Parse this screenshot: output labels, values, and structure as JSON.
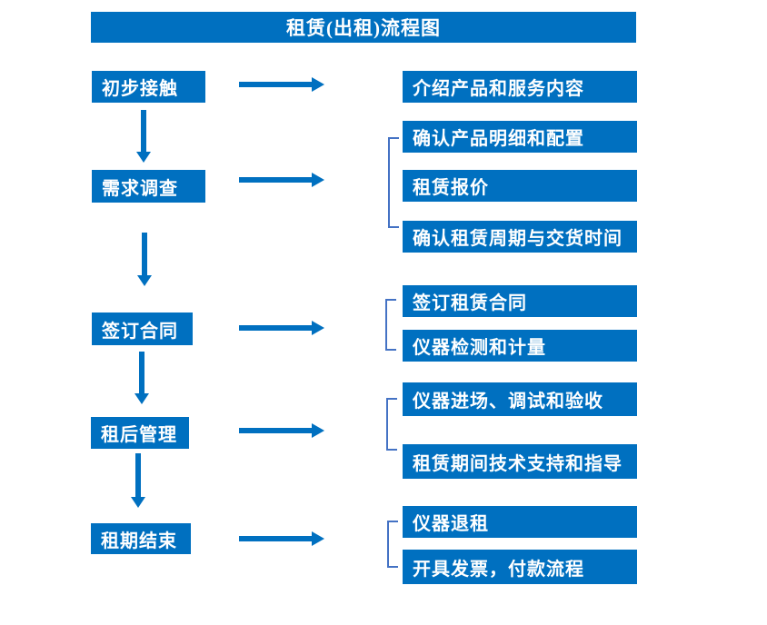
{
  "title": "租赁(出租)流程图",
  "colors": {
    "primary_blue": "#0070c0",
    "bracket_blue": "#4472c4",
    "text_white": "#ffffff",
    "background": "#ffffff"
  },
  "flow": {
    "steps": [
      {
        "label": "初步接触",
        "outputs": [
          "介绍产品和服务内容"
        ]
      },
      {
        "label": "需求调查",
        "outputs": [
          "确认产品明细和配置",
          "租赁报价",
          "确认租赁周期与交货时间"
        ]
      },
      {
        "label": "签订合同",
        "outputs": [
          "签订租赁合同",
          "仪器检测和计量"
        ]
      },
      {
        "label": "租后管理",
        "outputs": [
          "仪器进场、调试和验收",
          "租赁期间技术支持和指导"
        ]
      },
      {
        "label": "租期结束",
        "outputs": [
          "仪器退租",
          "开具发票，付款流程"
        ]
      }
    ]
  }
}
